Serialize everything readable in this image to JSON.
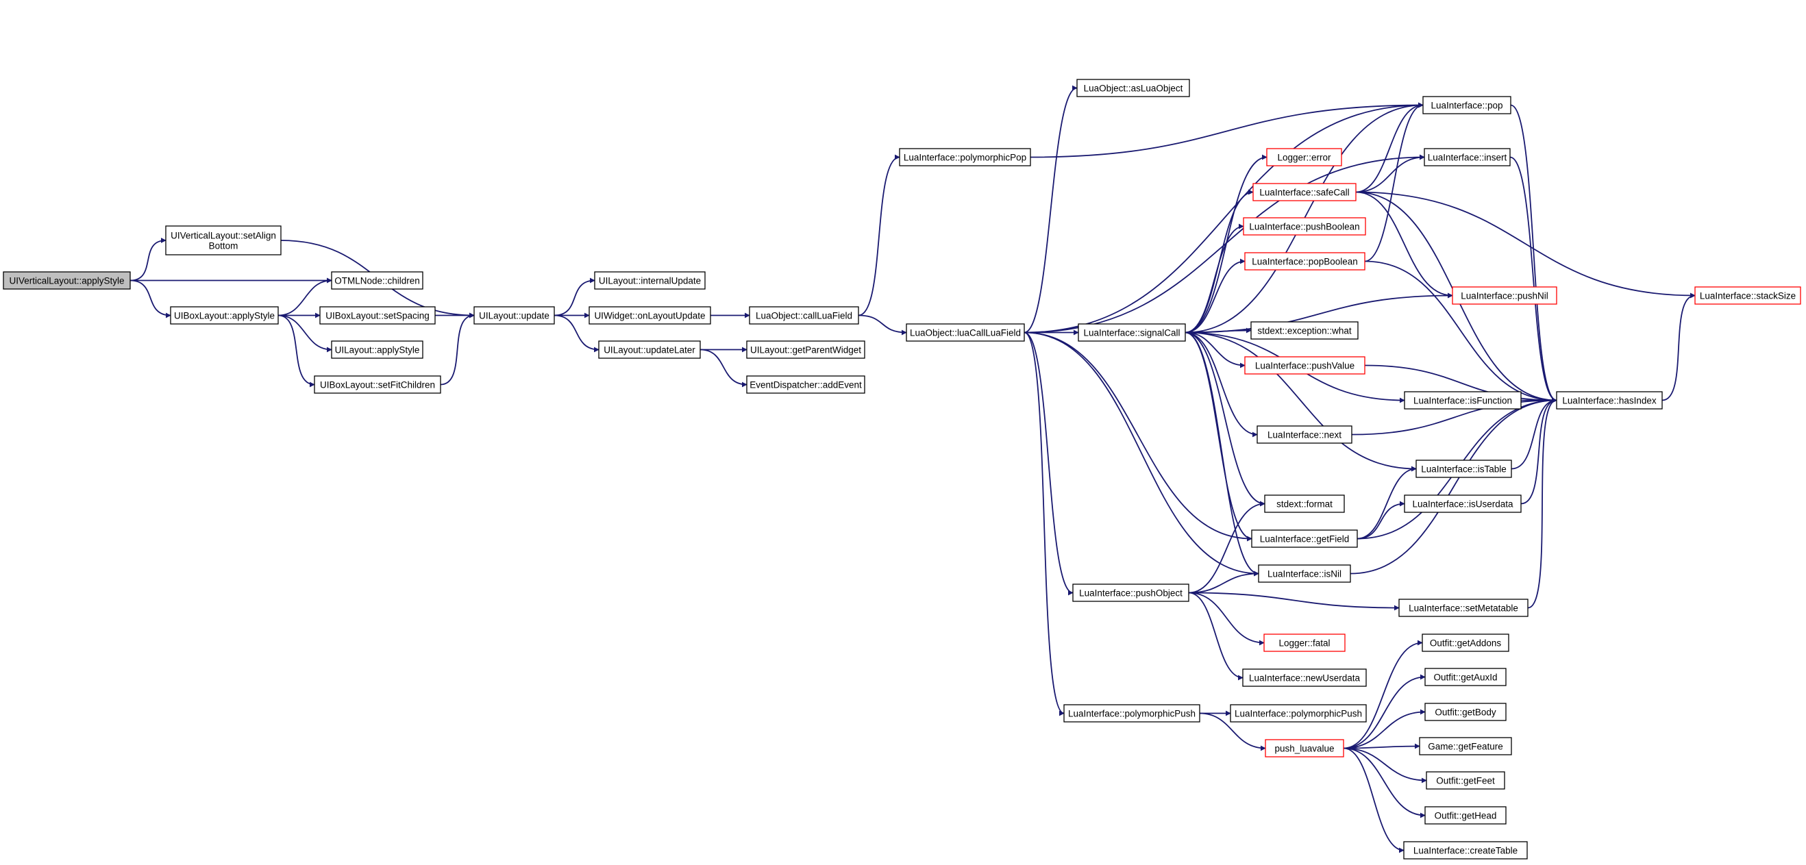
{
  "graph": {
    "kind": "call-graph",
    "colors": {
      "edge": "#191970",
      "node_border": "#000000",
      "truncated_border": "#ff0000",
      "root_fill": "#bfbfbf",
      "node_fill": "#ffffff"
    },
    "nodes": [
      {
        "id": "n0",
        "label": "UIVerticalLayout::applyStyle",
        "root": true
      },
      {
        "id": "n1",
        "label": "UIVerticalLayout::setAlign",
        "label2": "Bottom"
      },
      {
        "id": "n2",
        "label": "OTMLNode::children"
      },
      {
        "id": "n3",
        "label": "UIBoxLayout::applyStyle"
      },
      {
        "id": "n4",
        "label": "UIBoxLayout::setSpacing"
      },
      {
        "id": "n5",
        "label": "UILayout::applyStyle"
      },
      {
        "id": "n6",
        "label": "UIBoxLayout::setFitChildren"
      },
      {
        "id": "n7",
        "label": "UILayout::update"
      },
      {
        "id": "n8",
        "label": "UILayout::internalUpdate"
      },
      {
        "id": "n9",
        "label": "UIWidget::onLayoutUpdate"
      },
      {
        "id": "n10",
        "label": "UILayout::updateLater"
      },
      {
        "id": "n11",
        "label": "UILayout::getParentWidget"
      },
      {
        "id": "n12",
        "label": "EventDispatcher::addEvent"
      },
      {
        "id": "n13",
        "label": "LuaObject::callLuaField"
      },
      {
        "id": "n14",
        "label": "LuaInterface::polymorphicPop"
      },
      {
        "id": "n15",
        "label": "LuaObject::luaCallLuaField"
      },
      {
        "id": "n16",
        "label": "LuaObject::asLuaObject"
      },
      {
        "id": "n17",
        "label": "LuaInterface::signalCall"
      },
      {
        "id": "n18",
        "label": "LuaInterface::pushObject"
      },
      {
        "id": "n19",
        "label": "LuaInterface::polymorphicPush"
      },
      {
        "id": "n20",
        "label": "Logger::error",
        "truncated": true
      },
      {
        "id": "n21",
        "label": "LuaInterface::safeCall",
        "truncated": true
      },
      {
        "id": "n22",
        "label": "LuaInterface::pushBoolean",
        "truncated": true
      },
      {
        "id": "n23",
        "label": "LuaInterface::popBoolean",
        "truncated": true
      },
      {
        "id": "n24",
        "label": "stdext::exception::what"
      },
      {
        "id": "n25",
        "label": "LuaInterface::pushValue",
        "truncated": true
      },
      {
        "id": "n26",
        "label": "LuaInterface::next"
      },
      {
        "id": "n27",
        "label": "stdext::format"
      },
      {
        "id": "n28",
        "label": "LuaInterface::getField"
      },
      {
        "id": "n29",
        "label": "LuaInterface::isNil"
      },
      {
        "id": "n30",
        "label": "Logger::fatal",
        "truncated": true
      },
      {
        "id": "n31",
        "label": "LuaInterface::newUserdata"
      },
      {
        "id": "n32",
        "label": "LuaInterface::polymorphicPush"
      },
      {
        "id": "n33",
        "label": "push_luavalue",
        "truncated": true
      },
      {
        "id": "n34",
        "label": "LuaInterface::pop"
      },
      {
        "id": "n35",
        "label": "LuaInterface::insert"
      },
      {
        "id": "n36",
        "label": "LuaInterface::pushNil",
        "truncated": true
      },
      {
        "id": "n37",
        "label": "LuaInterface::isFunction"
      },
      {
        "id": "n38",
        "label": "LuaInterface::isTable"
      },
      {
        "id": "n39",
        "label": "LuaInterface::isUserdata"
      },
      {
        "id": "n40",
        "label": "LuaInterface::setMetatable"
      },
      {
        "id": "n41",
        "label": "Outfit::getAddons"
      },
      {
        "id": "n42",
        "label": "Outfit::getAuxId"
      },
      {
        "id": "n43",
        "label": "Outfit::getBody"
      },
      {
        "id": "n44",
        "label": "Game::getFeature"
      },
      {
        "id": "n45",
        "label": "Outfit::getFeet"
      },
      {
        "id": "n46",
        "label": "Outfit::getHead"
      },
      {
        "id": "n47",
        "label": "LuaInterface::createTable"
      },
      {
        "id": "n48",
        "label": "LuaInterface::hasIndex"
      },
      {
        "id": "n49",
        "label": "LuaInterface::stackSize",
        "truncated": true
      }
    ],
    "edges": [
      [
        "n0",
        "n1"
      ],
      [
        "n0",
        "n2"
      ],
      [
        "n0",
        "n3"
      ],
      [
        "n1",
        "n7"
      ],
      [
        "n3",
        "n2"
      ],
      [
        "n3",
        "n4"
      ],
      [
        "n3",
        "n5"
      ],
      [
        "n3",
        "n6"
      ],
      [
        "n4",
        "n7"
      ],
      [
        "n6",
        "n7"
      ],
      [
        "n7",
        "n8"
      ],
      [
        "n7",
        "n9"
      ],
      [
        "n7",
        "n10"
      ],
      [
        "n9",
        "n13"
      ],
      [
        "n10",
        "n11"
      ],
      [
        "n10",
        "n12"
      ],
      [
        "n13",
        "n14"
      ],
      [
        "n13",
        "n15"
      ],
      [
        "n14",
        "n34"
      ],
      [
        "n15",
        "n16"
      ],
      [
        "n15",
        "n34"
      ],
      [
        "n15",
        "n35"
      ],
      [
        "n15",
        "n17"
      ],
      [
        "n15",
        "n28"
      ],
      [
        "n15",
        "n29"
      ],
      [
        "n15",
        "n18"
      ],
      [
        "n15",
        "n19"
      ],
      [
        "n17",
        "n34"
      ],
      [
        "n17",
        "n20"
      ],
      [
        "n17",
        "n21"
      ],
      [
        "n17",
        "n22"
      ],
      [
        "n17",
        "n23"
      ],
      [
        "n17",
        "n36"
      ],
      [
        "n17",
        "n24"
      ],
      [
        "n17",
        "n25"
      ],
      [
        "n17",
        "n37"
      ],
      [
        "n17",
        "n26"
      ],
      [
        "n17",
        "n38"
      ],
      [
        "n17",
        "n27"
      ],
      [
        "n17",
        "n28"
      ],
      [
        "n17",
        "n29"
      ],
      [
        "n18",
        "n27"
      ],
      [
        "n18",
        "n29"
      ],
      [
        "n18",
        "n40"
      ],
      [
        "n18",
        "n30"
      ],
      [
        "n18",
        "n31"
      ],
      [
        "n19",
        "n32"
      ],
      [
        "n19",
        "n33"
      ],
      [
        "n21",
        "n34"
      ],
      [
        "n21",
        "n35"
      ],
      [
        "n21",
        "n36"
      ],
      [
        "n21",
        "n48"
      ],
      [
        "n21",
        "n49"
      ],
      [
        "n23",
        "n34"
      ],
      [
        "n23",
        "n48"
      ],
      [
        "n25",
        "n48"
      ],
      [
        "n26",
        "n48"
      ],
      [
        "n37",
        "n48"
      ],
      [
        "n28",
        "n38"
      ],
      [
        "n28",
        "n39"
      ],
      [
        "n28",
        "n48"
      ],
      [
        "n29",
        "n48"
      ],
      [
        "n38",
        "n48"
      ],
      [
        "n39",
        "n48"
      ],
      [
        "n40",
        "n48"
      ],
      [
        "n34",
        "n48"
      ],
      [
        "n35",
        "n48"
      ],
      [
        "n48",
        "n49"
      ],
      [
        "n33",
        "n41"
      ],
      [
        "n33",
        "n42"
      ],
      [
        "n33",
        "n43"
      ],
      [
        "n33",
        "n44"
      ],
      [
        "n33",
        "n45"
      ],
      [
        "n33",
        "n46"
      ],
      [
        "n33",
        "n47"
      ]
    ]
  }
}
